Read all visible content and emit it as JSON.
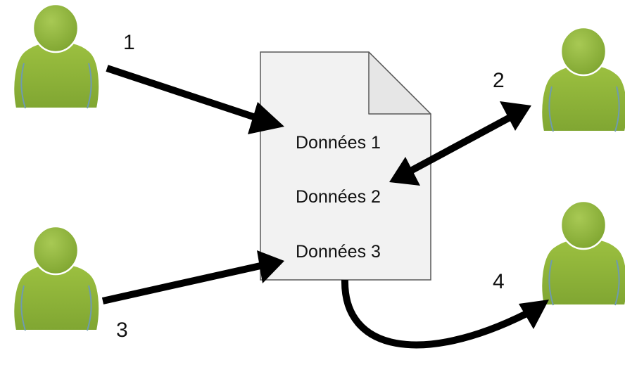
{
  "document": {
    "lines": [
      {
        "label": "Données 1"
      },
      {
        "label": "Données 2"
      },
      {
        "label": "Données 3"
      }
    ],
    "fill": "#f2f2f2",
    "stroke": "#595959"
  },
  "steps": [
    {
      "label": "1"
    },
    {
      "label": "2"
    },
    {
      "label": "3"
    },
    {
      "label": "4"
    }
  ],
  "users": [
    {
      "icon": "user-icon"
    },
    {
      "icon": "user-icon"
    },
    {
      "icon": "user-icon"
    },
    {
      "icon": "user-icon"
    }
  ],
  "colors": {
    "user_fill": "#8db33a",
    "user_outline": "#ffffff",
    "user_seam": "#6e9bb0",
    "arrow": "#000000"
  }
}
